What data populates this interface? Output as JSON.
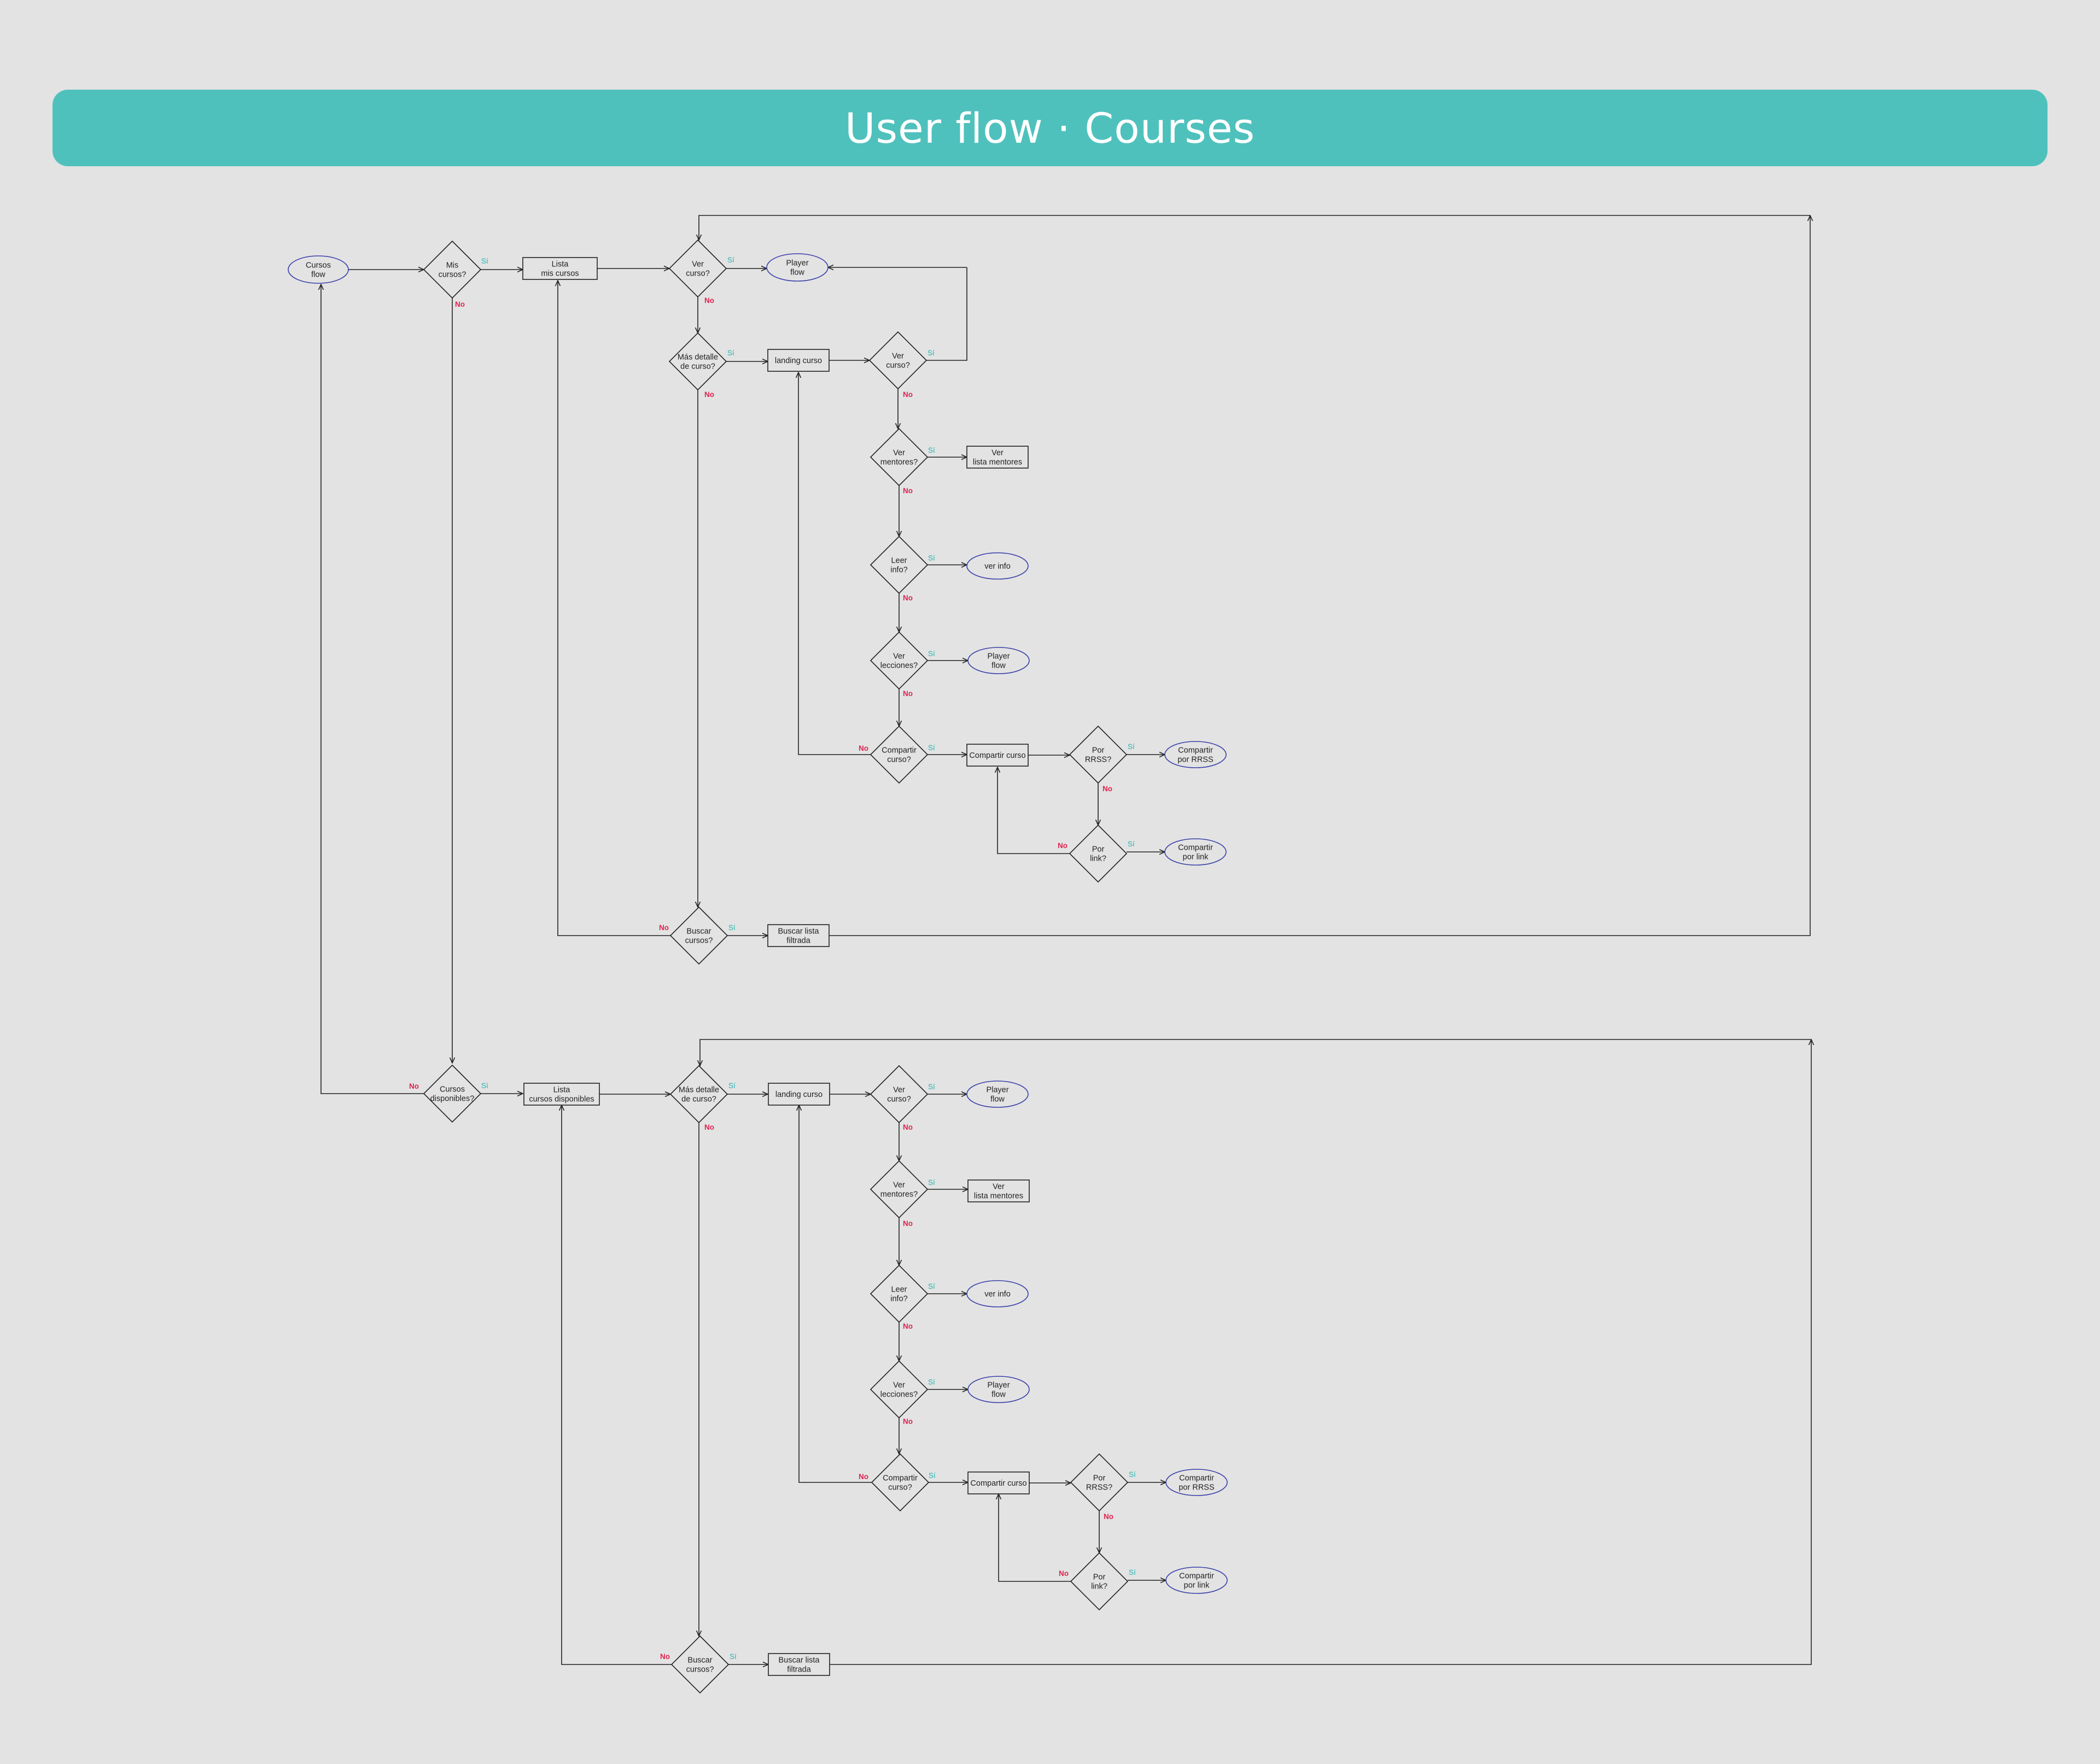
{
  "header": {
    "title": "User flow · Courses"
  },
  "labels": {
    "yes": "Sí",
    "no": "No"
  },
  "colors": {
    "banner": "#4fc1bd",
    "yes": "#27b3ad",
    "no": "#e02350",
    "oval_stroke": "#3a3fa8"
  },
  "texts": {
    "cursos_flow": [
      "Cursos",
      "flow"
    ],
    "mis_cursos": [
      "Mis",
      "cursos?"
    ],
    "lista_mis_cursos": [
      "Lista",
      "mis cursos"
    ],
    "ver_curso": [
      "Ver",
      "curso?"
    ],
    "player_flow": [
      "Player",
      "flow"
    ],
    "mas_detalle": [
      "Más detalle",
      "de curso?"
    ],
    "landing_curso": [
      "landing curso"
    ],
    "ver_mentores": [
      "Ver",
      "mentores?"
    ],
    "ver_lista_mentores": [
      "Ver",
      "lista mentores"
    ],
    "leer_info": [
      "Leer",
      "info?"
    ],
    "ver_info": [
      "ver info"
    ],
    "ver_lecciones": [
      "Ver",
      "lecciones?"
    ],
    "compartir_curso_q": [
      "Compartir",
      "curso?"
    ],
    "compartir_curso": [
      "Compartir curso"
    ],
    "por_rrss": [
      "Por",
      "RRSS?"
    ],
    "compartir_rrss": [
      "Compartir",
      "por RRSS"
    ],
    "por_link": [
      "Por",
      "link?"
    ],
    "compartir_link": [
      "Compartir",
      "por link"
    ],
    "buscar_cursos": [
      "Buscar",
      "cursos?"
    ],
    "buscar_lista": [
      "Buscar lista",
      "filtrada"
    ],
    "cursos_disponibles": [
      "Cursos",
      "disponibles?"
    ],
    "lista_cursos_disponibles": [
      "Lista",
      "cursos disponibles"
    ]
  }
}
